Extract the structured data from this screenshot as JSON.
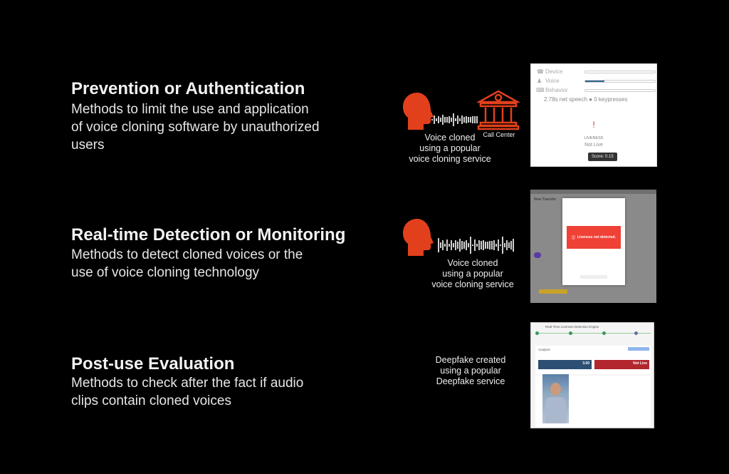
{
  "sections": [
    {
      "title": "Prevention or Authentication",
      "lines": [
        "Methods to limit the use and application",
        "of voice cloning software by unauthorized",
        "users"
      ],
      "caption": [
        "Voice cloned",
        "using a popular",
        "voice cloning service"
      ],
      "target_label": "Call Center"
    },
    {
      "title": "Real-time Detection or Monitoring",
      "lines": [
        "Methods to detect cloned voices or the",
        "use of voice cloning technology"
      ],
      "caption": [
        "Voice cloned",
        "using a popular",
        "voice cloning service"
      ]
    },
    {
      "title": "Post-use Evaluation",
      "lines": [
        "Methods to check after the fact if audio",
        "clips contain cloned voices"
      ],
      "caption": [
        "Deepfake created",
        "using a popular",
        "Deepfake service"
      ]
    }
  ],
  "panel1": {
    "rows": [
      {
        "label": "Device",
        "fill": 0
      },
      {
        "label": "Voice",
        "fill": 0.28
      },
      {
        "label": "Behavior",
        "fill": 0
      }
    ],
    "stats": "2.78s net speech ● 0 keypresses",
    "liveness_label": "LIVENESS",
    "liveness_value": "Not Live",
    "score": "Score: 0.15"
  },
  "panel2": {
    "title": "New Transfer",
    "alert": "Liveness not detected."
  },
  "panel3": {
    "title": "Real-Time Liveness Detection Engine",
    "section": "Analysis",
    "card1_value": "3.00",
    "card2_value": "Not Live"
  },
  "colors": {
    "accent": "#e2401c",
    "alert": "#ef4136",
    "card_blue": "#2c4f73",
    "card_red": "#b3262e"
  }
}
